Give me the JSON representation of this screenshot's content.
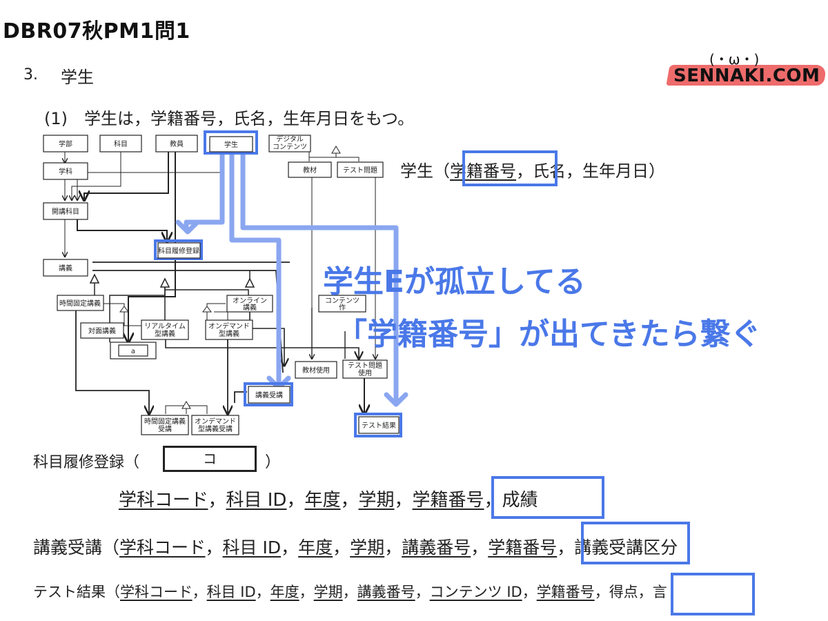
{
  "heading": "DBR07秋PM1問1",
  "logo": {
    "face": "(・ω・)",
    "text": "SENNAKI.COM"
  },
  "section": {
    "number": "3.",
    "title": "学生"
  },
  "subtitle": "(1)　学生は，学籍番号，氏名，生年月日をもつ。",
  "relation_student": {
    "name": "学生（",
    "key": "学籍番号",
    "rest": "，氏名，生年月日）"
  },
  "diagram": {
    "entities": {
      "gakubu": "学部",
      "kamoku": "科目",
      "kyoin": "教員",
      "gakusei": "学生",
      "digital_1": "デジタル",
      "digital_2": "コンテンツ",
      "kyozai": "教材",
      "test_mondai": "テスト問題",
      "gakka": "学科",
      "kaiko_kamoku": "開講科目",
      "kamoku_rishu": "科目履修登録",
      "kougi": "講義",
      "jikan_kotei": "時間固定講義",
      "online_1": "オンライン",
      "online_2": "講義",
      "contents_1": "コンテンツ",
      "contents_2": "作",
      "taimen": "対面講義",
      "realtime_1": "リアルタイム",
      "realtime_2": "型講義",
      "ondemand_1": "オンデマンド",
      "ondemand_2": "型講義",
      "a_box": "a",
      "kyozai_shiyou": "教材使用",
      "test_shiyou_1": "テスト問題",
      "test_shiyou_2": "使用",
      "kougi_jukou": "講義受講",
      "jikan_jukou_1": "時間固定講義",
      "jikan_jukou_2": "受講",
      "ondemand_jukou_1": "オンデマンド",
      "ondemand_jukou_2": "型講義受講",
      "test_kekka": "テスト結果"
    }
  },
  "overlay": {
    "line1": "学生Eが孤立してる",
    "line2": "「学籍番号」が出てきたら繋ぐ"
  },
  "relations": {
    "rishu": {
      "name": "科目履修登録（",
      "blank": "コ",
      "close": "）",
      "attrs": [
        "学科コード",
        "科目 ID",
        "年度",
        "学期",
        "学籍番号",
        "成績"
      ]
    },
    "kougi_jukou": {
      "name": "講義受講（",
      "attrs": [
        "学科コード",
        "科目 ID",
        "年度",
        "学期",
        "講義番号",
        "学籍番号",
        "講義受講区分"
      ]
    },
    "test_kekka": {
      "name": "テスト結果（",
      "attrs": [
        "学科コード",
        "科目 ID",
        "年度",
        "学期",
        "講義番号",
        "コンテンツ ID",
        "学籍番号",
        "得点，",
        "言"
      ]
    }
  },
  "colors": {
    "highlight": "#4a78e8",
    "logo_brush": "#ee6b6b",
    "text": "#222222"
  }
}
